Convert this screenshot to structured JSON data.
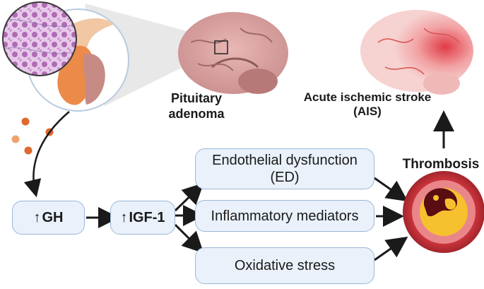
{
  "labels": {
    "pituitary": "Pituitary\nadenoma",
    "stroke_line1": "Acute ischemic stroke",
    "stroke_line2": "(AIS)",
    "thrombosis": "Thrombosis"
  },
  "nodes": {
    "gh": {
      "arrow": "↑",
      "text": "GH"
    },
    "igf": {
      "arrow": "↑",
      "text": "IGF-1"
    },
    "ed_line1": "Endothelial dysfunction",
    "ed_line2": "(ED)",
    "inflammatory": "Inflammatory mediators",
    "oxidative": "Oxidative stress"
  },
  "colors": {
    "box_fill": "#eaf1fb",
    "box_border": "#9bb8d8",
    "arrow": "#1a1a1a",
    "vessel_outer": "#c8323a",
    "clot": "#5a0d12",
    "plaque": "#f6c12e",
    "hormone_dots": "#e0692f"
  }
}
